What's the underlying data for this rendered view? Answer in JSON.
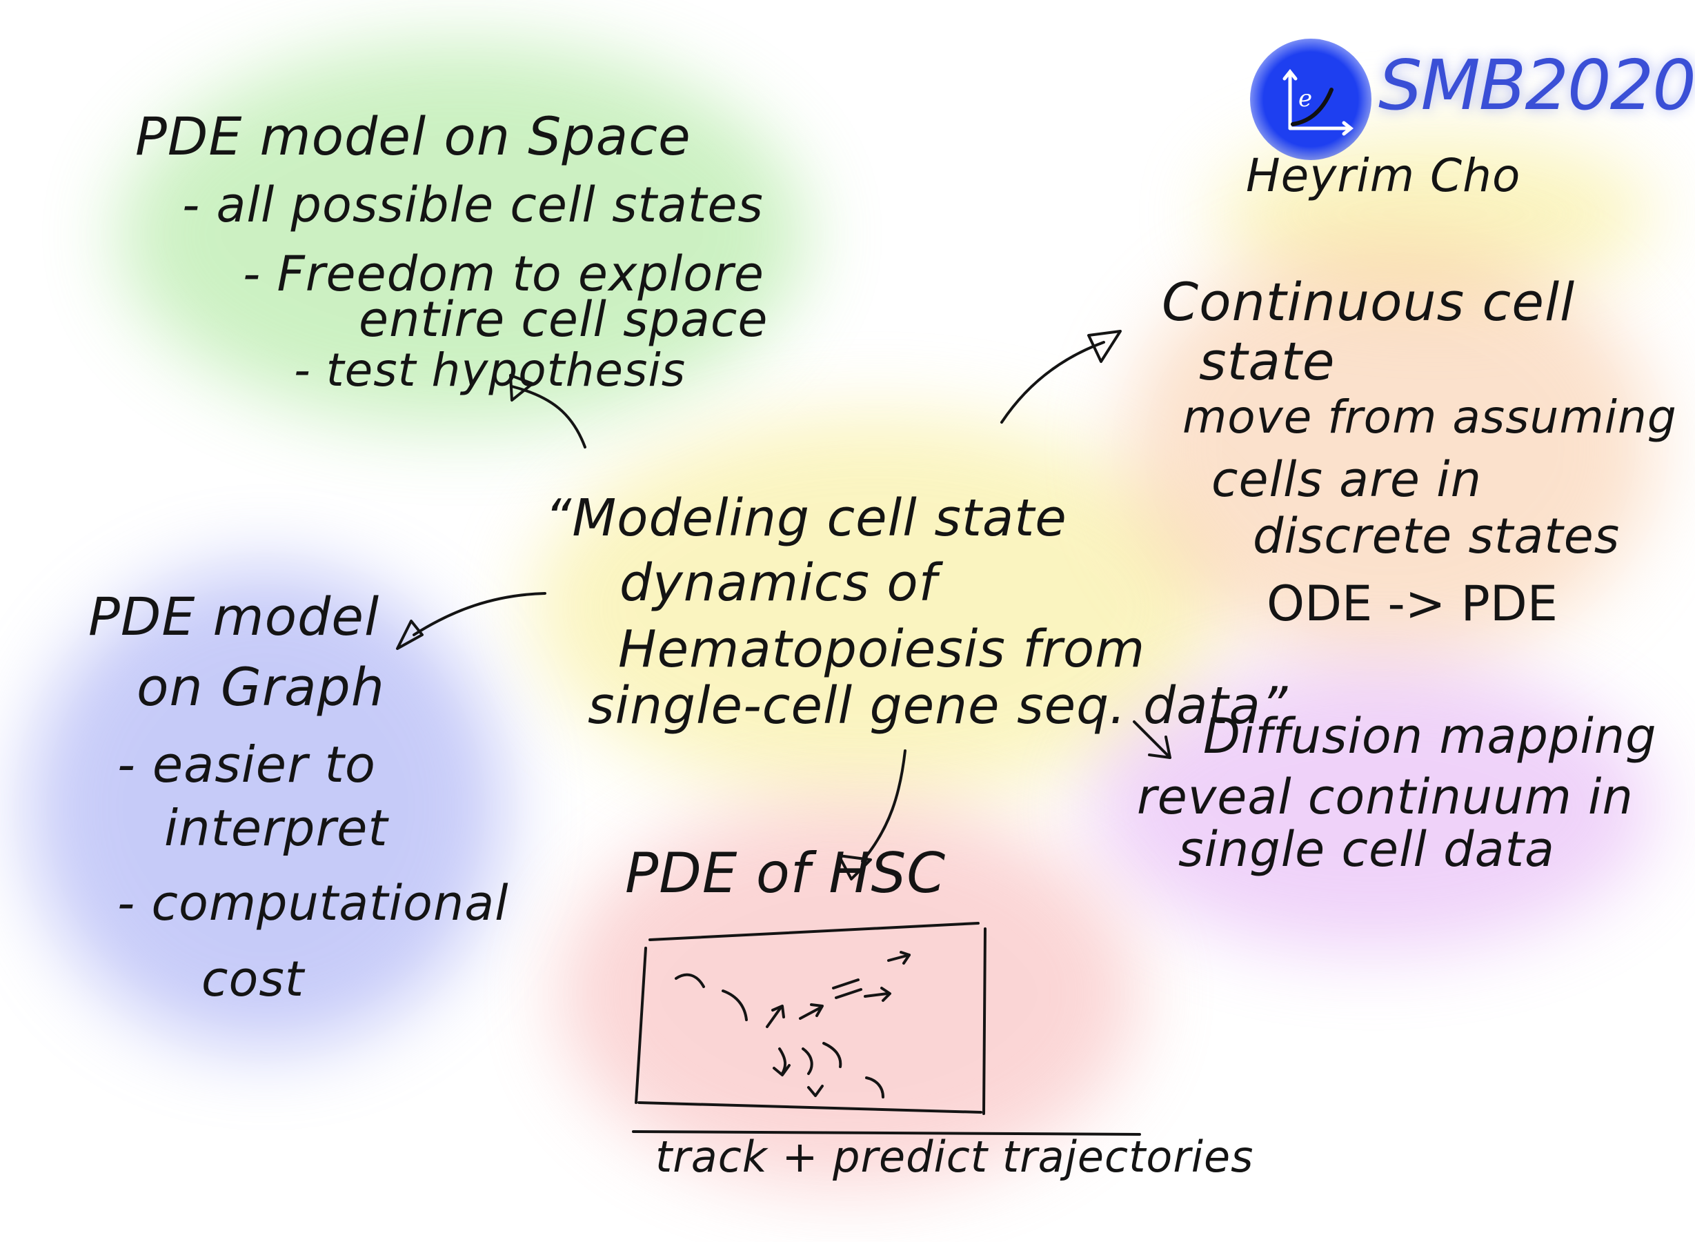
{
  "colors": {
    "green_wash": "#8fe07a",
    "yellow_wash": "#f7ec8e",
    "orange_wash": "#f8c49a",
    "blue_wash": "#8f98f2",
    "pink_wash": "#f6a4a4",
    "purple_wash": "#dc9df2",
    "logo_circle": "#1e3ff0",
    "logo_text": "#3a4fd6",
    "ink": "#141414"
  },
  "logo": {
    "text": "SMB2020",
    "icon": "graph-axes-icon"
  },
  "author": "Heyrim Cho",
  "center": {
    "line1": "“Modeling cell state",
    "line2": "dynamics of",
    "line3": "Hematopoiesis from",
    "line4": "single-cell gene seq. data”"
  },
  "top_left": {
    "title": "PDE model on Space",
    "bullet1": "- all possible cell states",
    "bullet2a": "- Freedom to explore",
    "bullet2b": "entire cell space",
    "bullet3": "- test hypothesis"
  },
  "right": {
    "line1": "Continuous cell",
    "line2": "state",
    "line3": "move from assuming",
    "line4": "cells are in",
    "line5": "discrete states",
    "line6": "ODE -> PDE"
  },
  "left": {
    "line1": "PDE model",
    "line2": "on Graph",
    "line3": "- easier to",
    "line4": "interpret",
    "line5": "- computational",
    "line6": "cost"
  },
  "diffusion": {
    "line1": "Diffusion mapping",
    "line2": "reveal continuum in",
    "line3": "single cell data"
  },
  "bottom": {
    "title": "PDE of HSC",
    "caption": "track + predict trajectories"
  }
}
